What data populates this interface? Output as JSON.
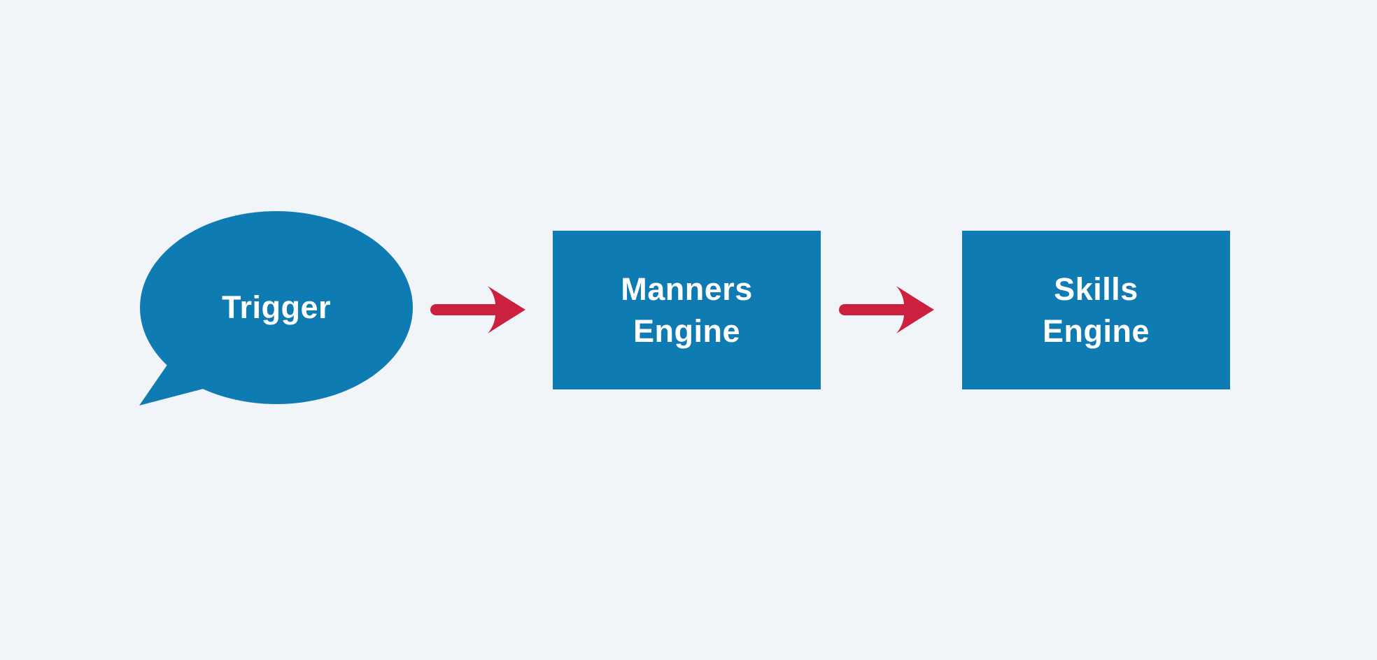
{
  "diagram": {
    "title": "trigger-to-skills-pipeline",
    "colors": {
      "background": "#f1f5f9",
      "shape_blue": "#0e7bb2",
      "arrow_red": "#cb203e",
      "text_white": "#ffffff"
    },
    "nodes": {
      "trigger": {
        "shape": "speech-bubble",
        "label": "Trigger"
      },
      "manners": {
        "shape": "rectangle",
        "label": "Manners Engine",
        "line1": "Manners",
        "line2": "Engine"
      },
      "skills": {
        "shape": "rectangle",
        "label": "Skills Engine",
        "line1": "Skills",
        "line2": "Engine"
      }
    },
    "connectors": [
      {
        "from": "Trigger",
        "to": "Manners Engine",
        "style": "red-arrow"
      },
      {
        "from": "Manners Engine",
        "to": "Skills Engine",
        "style": "red-arrow"
      }
    ]
  }
}
